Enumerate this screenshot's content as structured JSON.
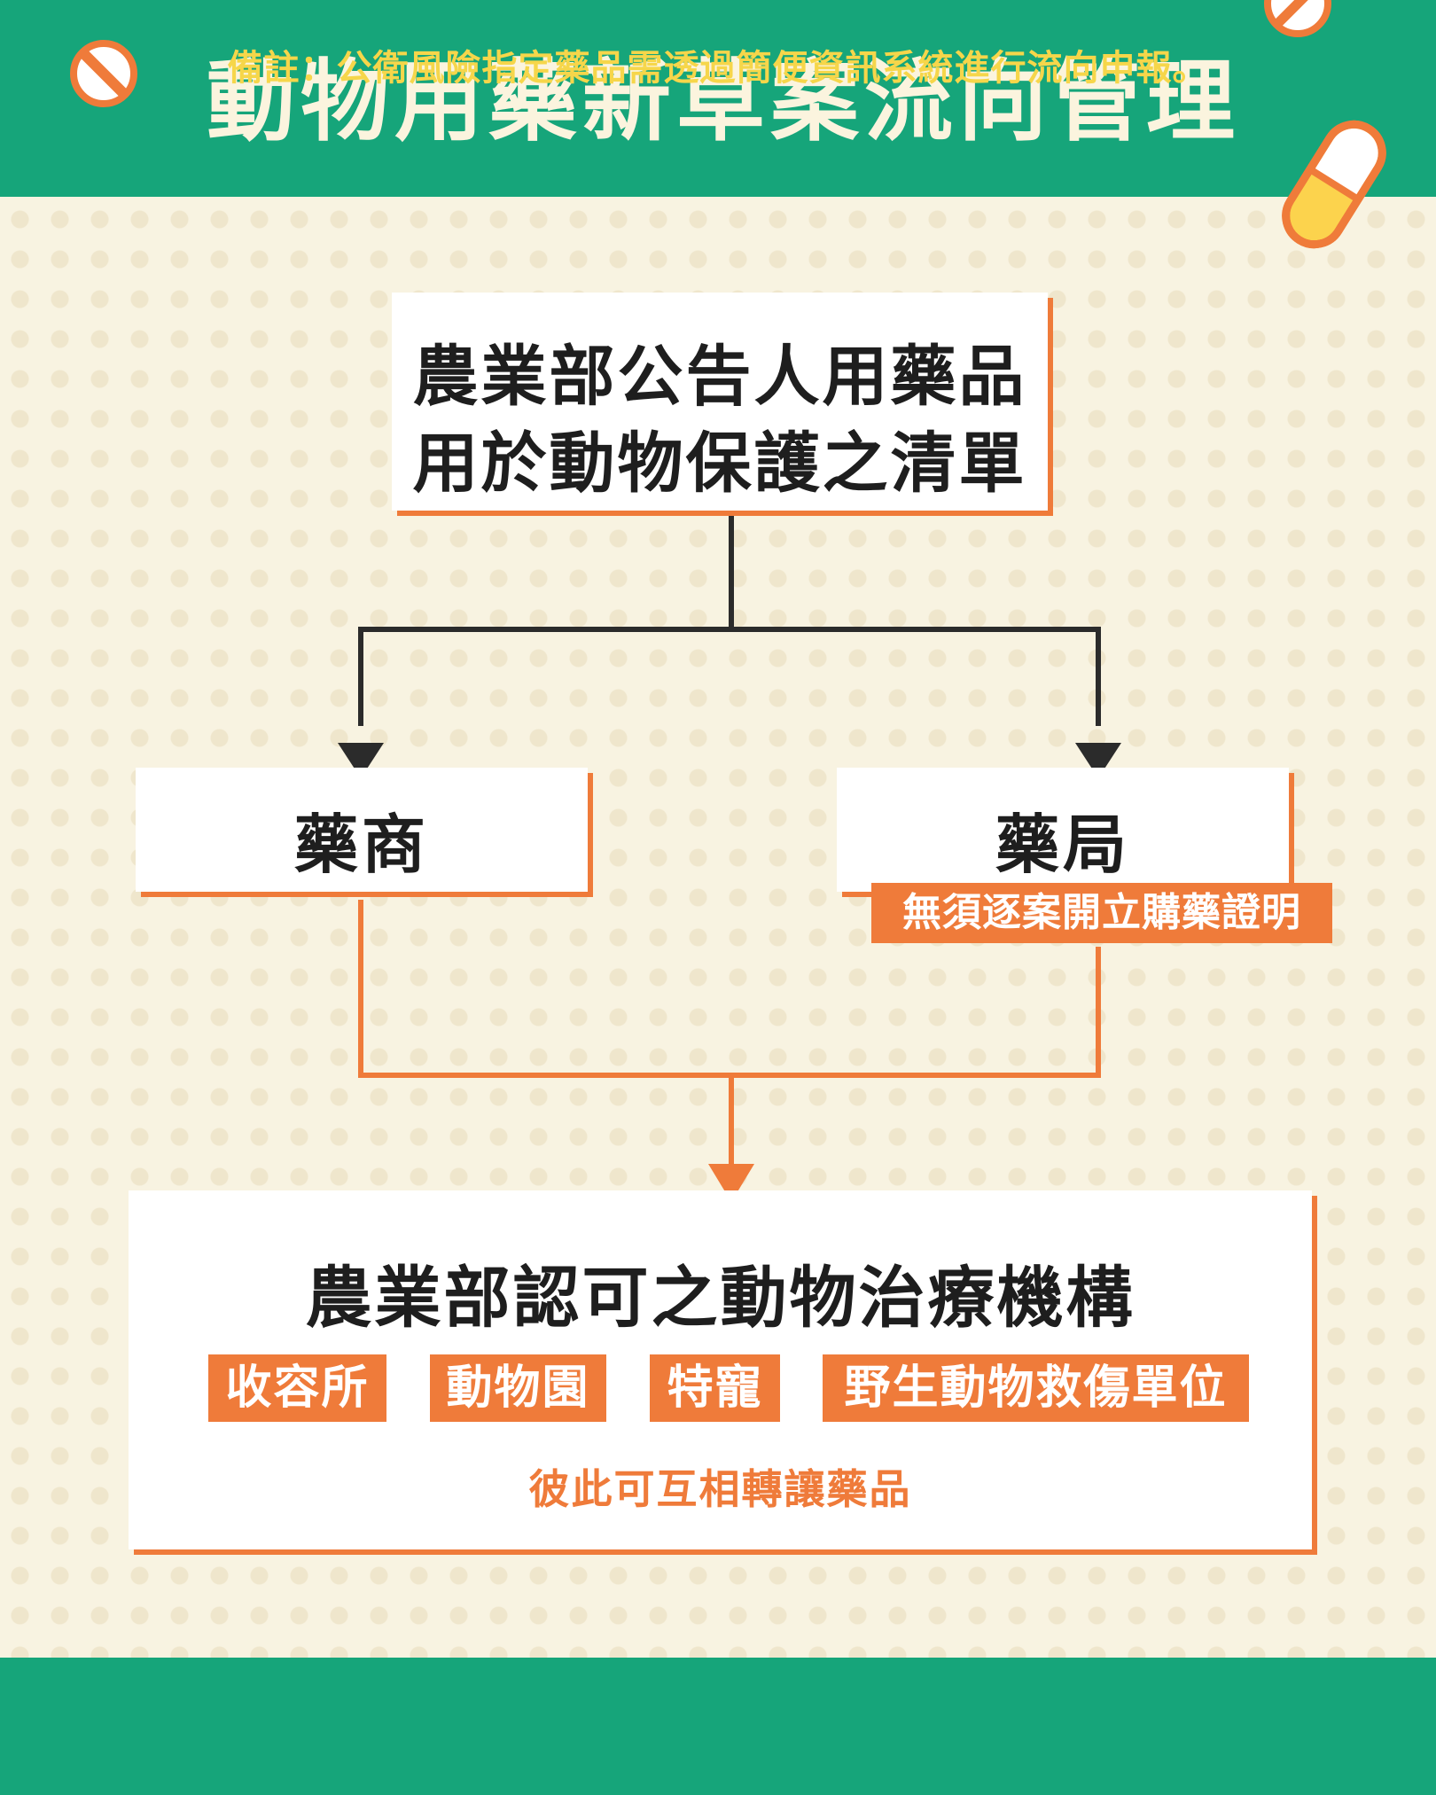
{
  "header": {
    "title": "動物用藥新草案流向管理"
  },
  "diagram": {
    "source": {
      "line1": "農業部公告人用藥品",
      "line2": "用於動物保護之清單"
    },
    "left_branch": {
      "label": "藥商"
    },
    "right_branch": {
      "label": "藥局",
      "badge": "無須逐案開立購藥證明"
    },
    "destination": {
      "heading": "農業部認可之動物治療機構",
      "tags": [
        "收容所",
        "動物園",
        "特寵",
        "野生動物救傷單位"
      ],
      "note": "彼此可互相轉讓藥品"
    }
  },
  "footer": {
    "note": "備註：公衛風險指定藥品需透過簡便資訊系統進行流向申報。"
  },
  "colors": {
    "header_bg": "#16a57a",
    "page_bg": "#f8f3e1",
    "accent_orange": "#ef7b3a",
    "pill_yellow": "#fcd34d",
    "dark_line": "#2b2b2b",
    "footer_text": "#f6d64a"
  },
  "icons": [
    "no-sign-icon",
    "pill-icon",
    "capsule-icon"
  ]
}
